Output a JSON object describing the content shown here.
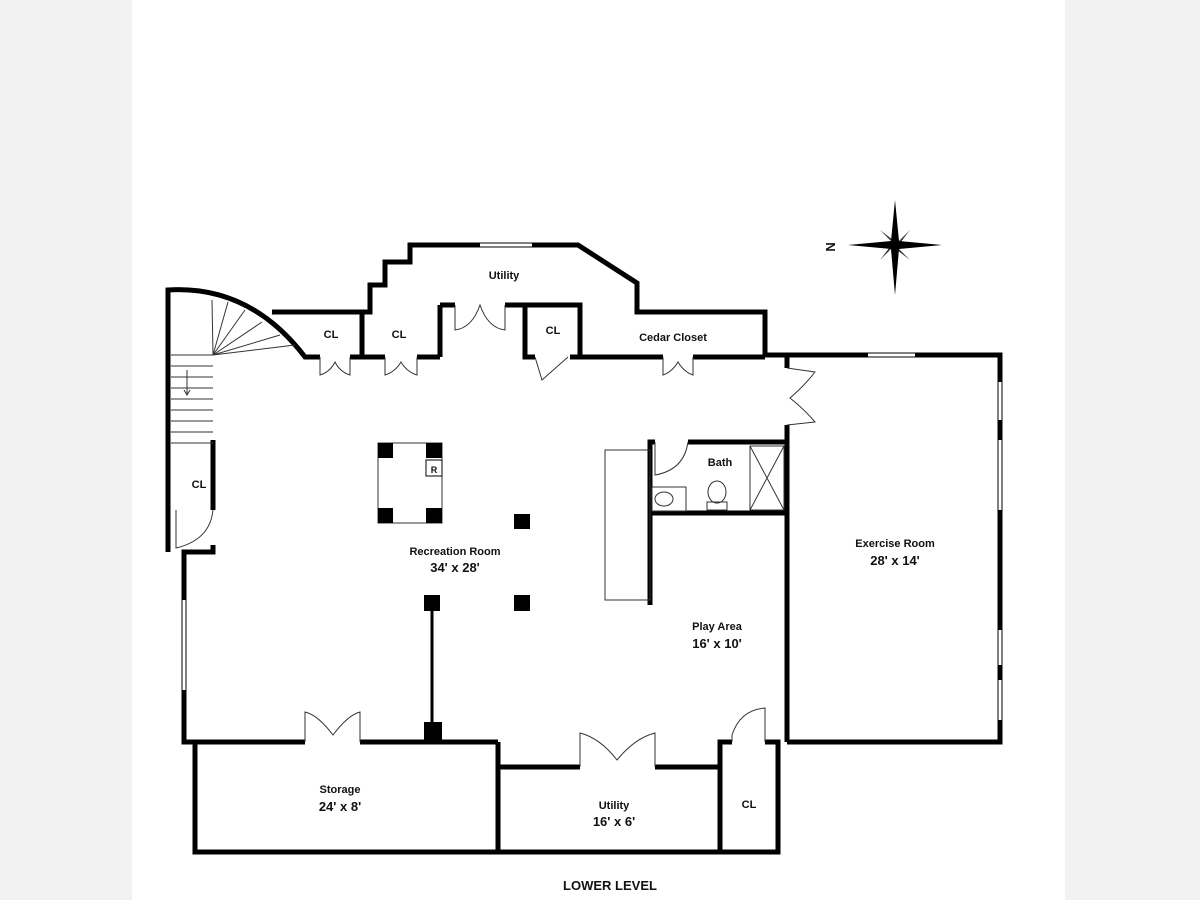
{
  "title": "LOWER LEVEL",
  "compass": {
    "label": "N",
    "icon": "compass-rose-icon"
  },
  "rooms": {
    "utility_top": {
      "name": "Utility"
    },
    "cl1": {
      "name": "CL"
    },
    "cl2": {
      "name": "CL"
    },
    "cl3": {
      "name": "CL"
    },
    "cedar": {
      "name": "Cedar Closet"
    },
    "cl_stair": {
      "name": "CL"
    },
    "bath": {
      "name": "Bath"
    },
    "refrigerator": {
      "name": "R"
    },
    "recreation": {
      "name": "Recreation Room",
      "size": "34' x 28'"
    },
    "exercise": {
      "name": "Exercise Room",
      "size": "28' x 14'"
    },
    "play": {
      "name": "Play Area",
      "size": "16' x 10'"
    },
    "storage": {
      "name": "Storage",
      "size": "24' x 8'"
    },
    "utility_bottom": {
      "name": "Utility",
      "size": "16' x 6'"
    },
    "cl_bottom": {
      "name": "CL"
    }
  }
}
